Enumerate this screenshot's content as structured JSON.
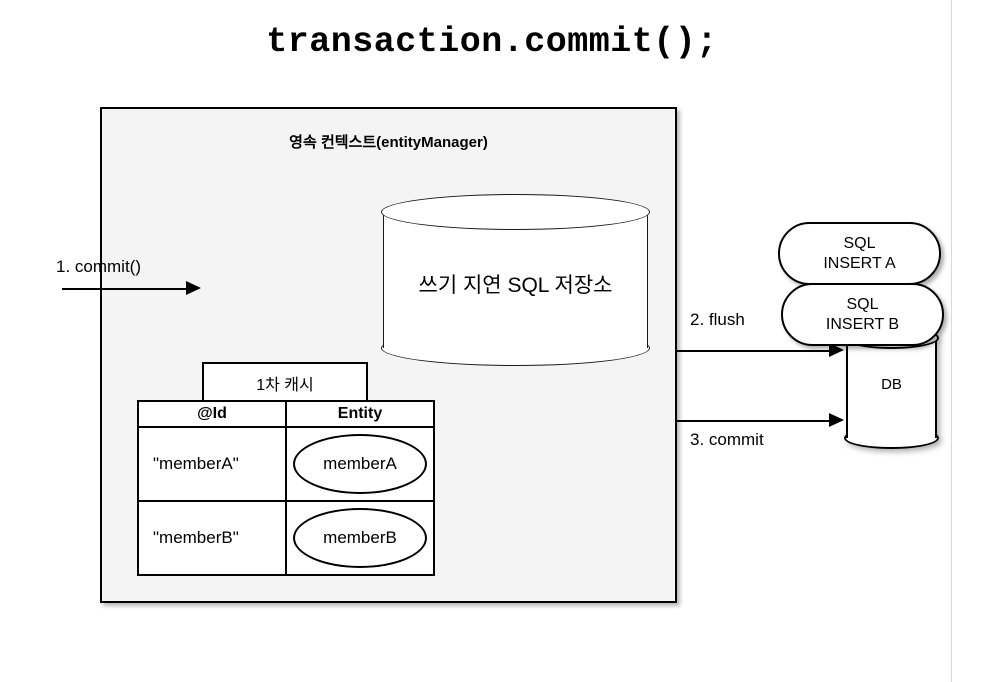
{
  "title": "transaction.commit();",
  "persistence_context": {
    "title": "영속 컨텍스트(entityManager)",
    "deferred_store_label": "쓰기 지연 SQL 저장소",
    "cache": {
      "tab_label": "1차 캐시",
      "columns": [
        "@Id",
        "Entity"
      ],
      "rows": [
        {
          "id": "\"memberA\"",
          "entity": "memberA"
        },
        {
          "id": "\"memberB\"",
          "entity": "memberB"
        }
      ]
    }
  },
  "database": {
    "label": "DB",
    "sql_statements": [
      {
        "line1": "SQL",
        "line2": "INSERT A"
      },
      {
        "line1": "SQL",
        "line2": "INSERT B"
      }
    ]
  },
  "arrows": [
    {
      "label": "1. commit()"
    },
    {
      "label": "2. flush"
    },
    {
      "label": "3. commit"
    }
  ],
  "colors": {
    "page_background": "#ffffff",
    "context_fill": "#f4f4f4",
    "stroke": "#000000",
    "shape_fill": "#ffffff",
    "rule": "#d9d9d9"
  }
}
